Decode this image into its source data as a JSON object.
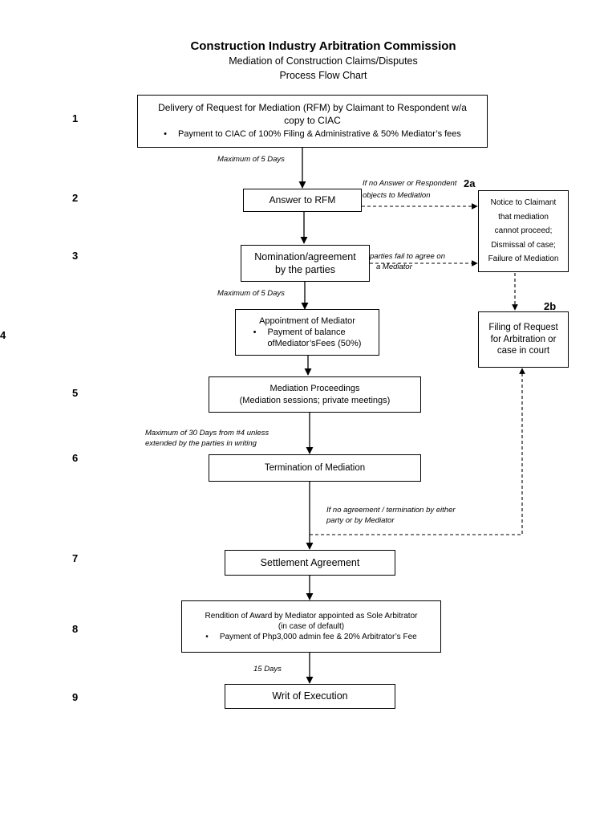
{
  "header": {
    "title": "Construction Industry Arbitration Commission",
    "subtitle1": "Mediation of Construction Claims/Disputes",
    "subtitle2": "Process Flow Chart"
  },
  "step_numbers": {
    "s1": "1",
    "s2": "2",
    "s3": "3",
    "s4": "4",
    "s5": "5",
    "s6": "6",
    "s7": "7",
    "s8": "8",
    "s9": "9",
    "s2a": "2a",
    "s2b": "2b"
  },
  "boxes": {
    "delivery": {
      "line1": "Delivery of Request for Mediation (RFM) by Claimant to Respondent w/a",
      "line2": "copy to CIAC",
      "bullet": "Payment to CIAC of 100% Filing & Administrative & 50% Mediator’s fees"
    },
    "answer": {
      "text": "Answer to RFM"
    },
    "nomination": {
      "line1": "Nomination/agreement",
      "line2": "by the parties"
    },
    "appointment": {
      "title": "Appointment of Mediator",
      "bullet_line1": "Payment of balance",
      "bullet_line2": "ofMediator’sFees (50%)"
    },
    "proceedings": {
      "line1": "Mediation Proceedings",
      "line2": "(Mediation sessions; private meetings)"
    },
    "termination": {
      "text": "Termination of Mediation"
    },
    "settlement": {
      "text": "Settlement Agreement"
    },
    "rendition": {
      "line1": "Rendition of Award by Mediator appointed as Sole Arbitrator",
      "line2": "(in case of default)",
      "bullet": "Payment of Php3,000 admin fee & 20% Arbitrator’s Fee"
    },
    "writ": {
      "text": "Writ of Execution"
    },
    "notice": {
      "line1": "Notice to Claimant",
      "line2": "that mediation",
      "line3": "cannot proceed;",
      "line4": "Dismissal of case;",
      "line5": "Failure of Mediation"
    },
    "filing": {
      "line1": "Filing of Request",
      "line2": "for Arbitration or",
      "line3": "case in court"
    }
  },
  "notes": {
    "max5_1": "Maximum of 5 Days",
    "no_answer_1": "If no Answer or Respondent",
    "no_answer_2": "objects to Mediation",
    "fail_agree_1": "parties fail to agree on",
    "fail_agree_2": "a Mediator",
    "max5_2": "Maximum of 5 Days",
    "max30_1": "Maximum of 30 Days from #4 unless",
    "max30_2": "extended by the parties in writing",
    "no_agreement_1": "If no agreement / termination by either",
    "no_agreement_2": "party or by Mediator",
    "days15": "15 Days"
  },
  "bullet_symbol": "•",
  "colors": {
    "line": "#000000",
    "background": "#ffffff"
  }
}
